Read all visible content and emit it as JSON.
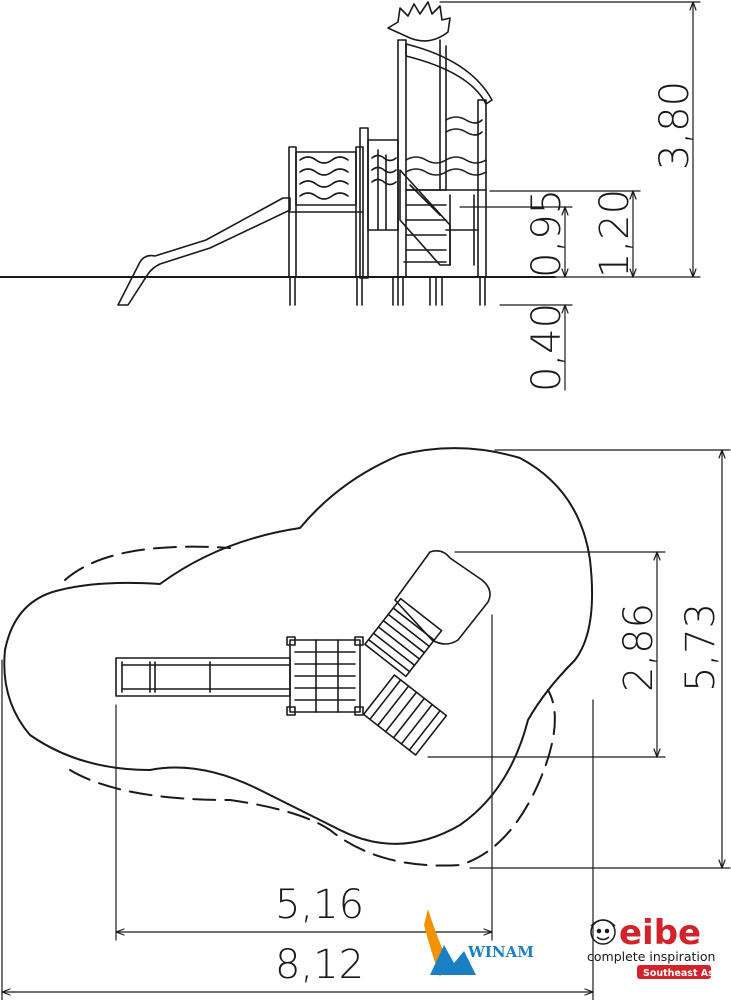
{
  "dimensions": {
    "side_height_total": "3,80",
    "side_height_platform_high": "1,20",
    "side_height_platform_low": "0,95",
    "side_foundation_depth": "0,40",
    "plan_depth_structure": "2,86",
    "plan_depth_safety": "5,73",
    "plan_width_structure": "5,16",
    "plan_width_safety": "8,12"
  },
  "logos": {
    "winam_text": "WINAM",
    "eibe_word": "eibe",
    "eibe_tagline": "complete inspiration",
    "eibe_region": "Southeast Asia"
  },
  "colors": {
    "line": "#1a1a1a",
    "eibe_red": "#d2232a",
    "winam_blue": "#1b7fc4",
    "winam_orange": "#f39200"
  }
}
